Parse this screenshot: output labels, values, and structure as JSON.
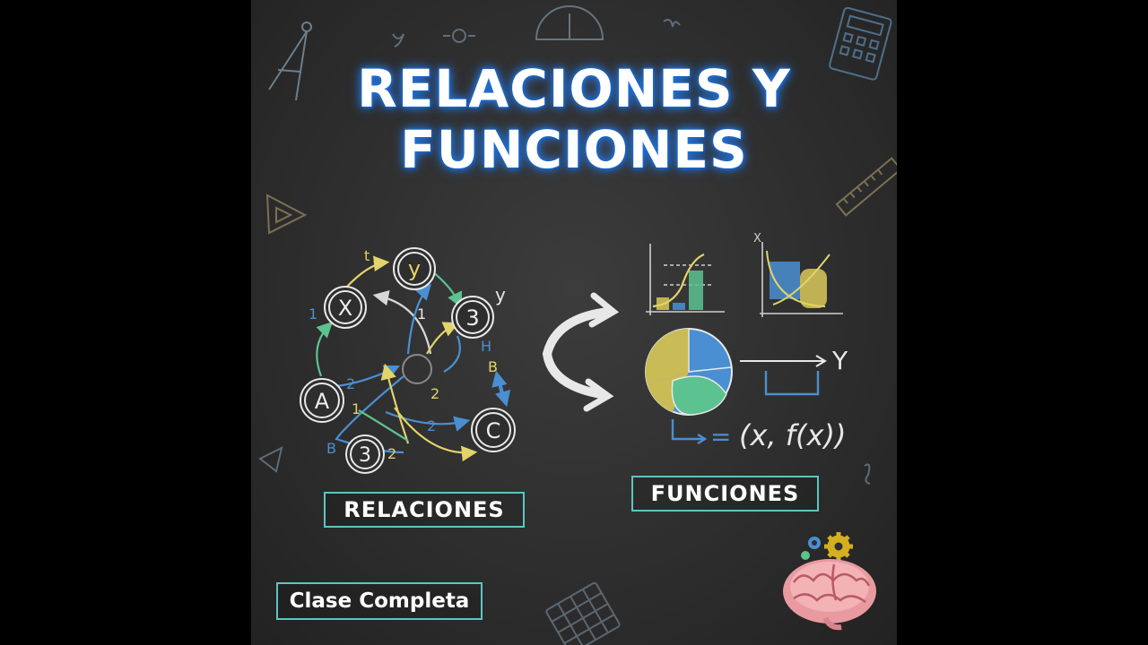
{
  "title": {
    "line1": "RELACIONES Y",
    "line2": "FUNCIONES"
  },
  "labels": {
    "relaciones": "RELACIONES",
    "funciones": "FUNCIONES",
    "clase": "Clase Completa"
  },
  "diagram": {
    "nodes": {
      "x": "X",
      "y": "y",
      "three_top": "3",
      "a": "A",
      "c": "C",
      "three_bottom": "3"
    },
    "marks": {
      "t": "t",
      "one_left": "1",
      "one_mid": "1",
      "y_right": "y",
      "h": "H",
      "b_right": "B",
      "two_a": "2",
      "one_a": "1",
      "two_mid": "2",
      "two_c": "2",
      "b_bottom": "B",
      "two_bottom": "2"
    }
  },
  "functions": {
    "y_label": "Y",
    "x_axis_label": "X",
    "formula_eq": "=",
    "formula": "(x, f(x))"
  },
  "colors": {
    "accent": "#5fc4c0",
    "glow": "#1f6fd6",
    "chalk_yellow": "#e2d36a",
    "chalk_blue": "#4a8fd1",
    "chalk_green": "#5cc290"
  }
}
